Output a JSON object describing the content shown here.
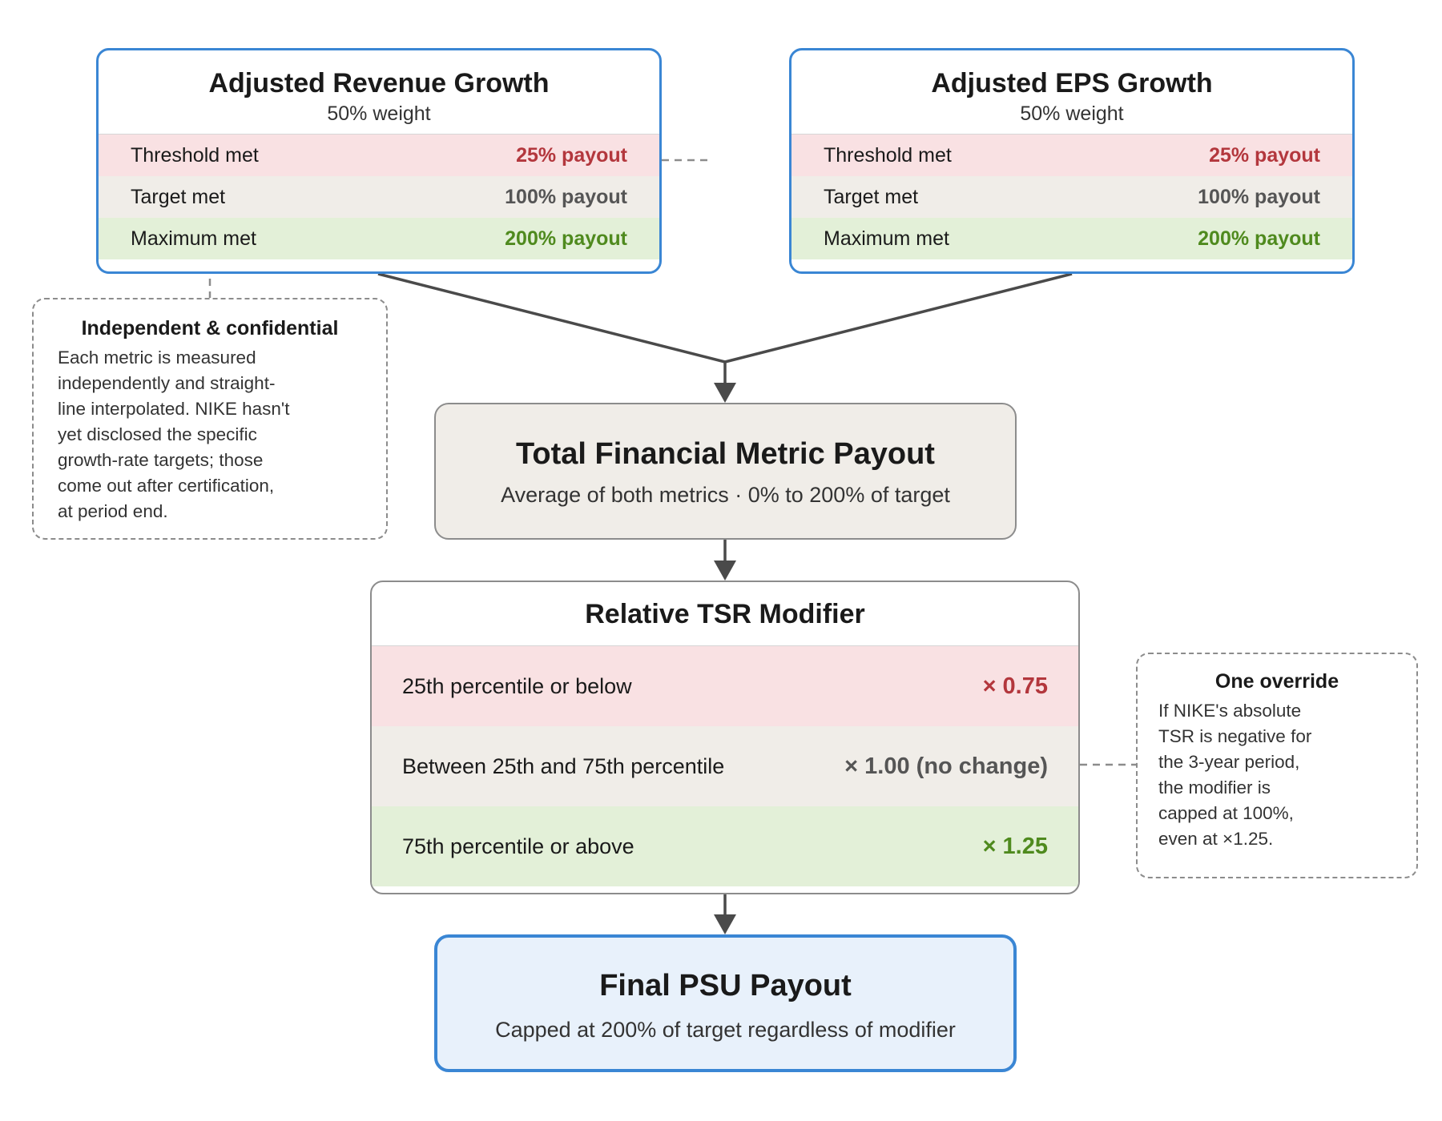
{
  "metrics": [
    {
      "title": "Adjusted Revenue Growth",
      "weight": "50% weight",
      "rows": [
        {
          "label": "Threshold met",
          "value": "25% payout"
        },
        {
          "label": "Target met",
          "value": "100% payout"
        },
        {
          "label": "Maximum met",
          "value": "200% payout"
        }
      ]
    },
    {
      "title": "Adjusted EPS Growth",
      "weight": "50% weight",
      "rows": [
        {
          "label": "Threshold met",
          "value": "25% payout"
        },
        {
          "label": "Target met",
          "value": "100% payout"
        },
        {
          "label": "Maximum met",
          "value": "200% payout"
        }
      ]
    }
  ],
  "notes": {
    "left": {
      "title": "Independent & confidential",
      "lines": [
        "Each metric is measured",
        "independently and straight-",
        "line interpolated. NIKE hasn't",
        "yet disclosed the specific",
        "growth-rate targets; those",
        "come out after certification,",
        "at period end."
      ]
    },
    "right": {
      "title": "One override",
      "lines": [
        "If NIKE's absolute",
        "TSR is negative for",
        "the 3-year period,",
        "the modifier is",
        "capped at 100%,",
        "even at ×1.25."
      ]
    }
  },
  "total": {
    "title": "Total Financial Metric Payout",
    "subtitle": "Average of both metrics · 0% to 200% of target"
  },
  "tsr": {
    "title": "Relative TSR Modifier",
    "rows": [
      {
        "label": "25th percentile or below",
        "value": "× 0.75"
      },
      {
        "label": "Between 25th and 75th percentile",
        "value": "× 1.00 (no change)"
      },
      {
        "label": "75th percentile or above",
        "value": "× 1.25"
      }
    ]
  },
  "final": {
    "title": "Final PSU Payout",
    "subtitle": "Capped at 200% of target regardless of modifier"
  },
  "colors": {
    "accent_blue": "#3a86d4",
    "threshold_red": "#b3373d",
    "maximum_green": "#4f8a1e",
    "neutral_grey": "#555555"
  }
}
